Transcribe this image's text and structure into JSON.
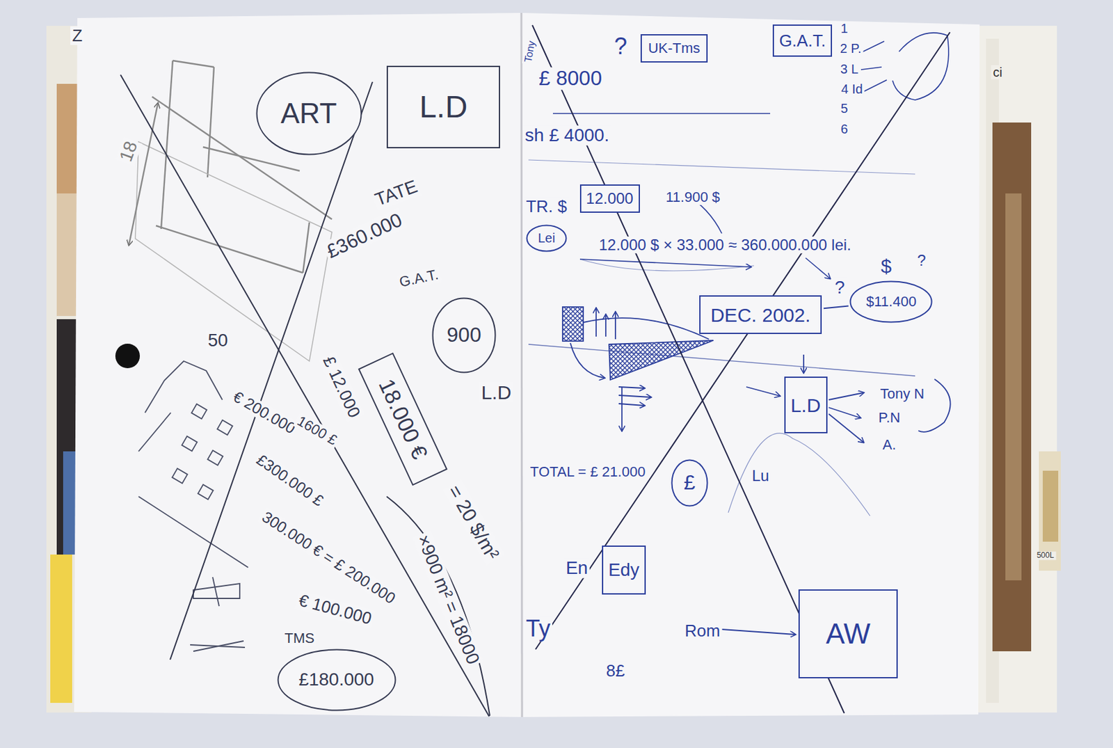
{
  "diagram": {
    "nodes": [
      {
        "text": [
          "ART"
        ]
      },
      {
        "text": [
          "L.D"
        ]
      },
      {
        "text": [
          "900"
        ]
      },
      {
        "text": [
          "18.000 €"
        ]
      },
      {
        "text": [
          "TMS",
          "£180.000"
        ]
      },
      {
        "text": [
          "UK-Tms"
        ]
      },
      {
        "text": [
          "G.A.T."
        ]
      },
      {
        "text": [
          "12.000"
        ]
      },
      {
        "text": [
          "Lei"
        ]
      },
      {
        "text": [
          "DEC. 2002."
        ]
      },
      {
        "text": [
          "$11.400"
        ]
      },
      {
        "text": [
          "L.D"
        ]
      },
      {
        "text": [
          "£"
        ]
      },
      {
        "text": [
          "Edy"
        ]
      },
      {
        "text": [
          "AW"
        ]
      }
    ],
    "edges": [
      {
        "from": 9,
        "to": 10,
        "arrow": "none"
      }
    ],
    "labels": [
      "Z",
      "18",
      "TATE",
      "£360.000",
      "G.A.T.",
      "£ 12.000",
      "L.D",
      "= 20 $/m²",
      "×900 m² = 18000",
      "50",
      "€ 200.000",
      "1600 £",
      "£300.000 £",
      "300.000 € = £ 200.000",
      "€ 100.000",
      "Tony",
      "?",
      "1",
      "2 P.",
      "3 L",
      "4 Id",
      "5",
      "6",
      "£ 8000",
      "sh £ 4000.",
      "TR. $",
      "11.900 $",
      "12.000 $ × 33.000 ≈ 360.000.000 lei.",
      "?",
      "$",
      "?",
      "Tony N",
      "P.N",
      "A.",
      "TOTAL = £ 21.000",
      "Lu",
      "En",
      "Ty",
      "8£",
      "Rom",
      "ci",
      "500L"
    ]
  }
}
